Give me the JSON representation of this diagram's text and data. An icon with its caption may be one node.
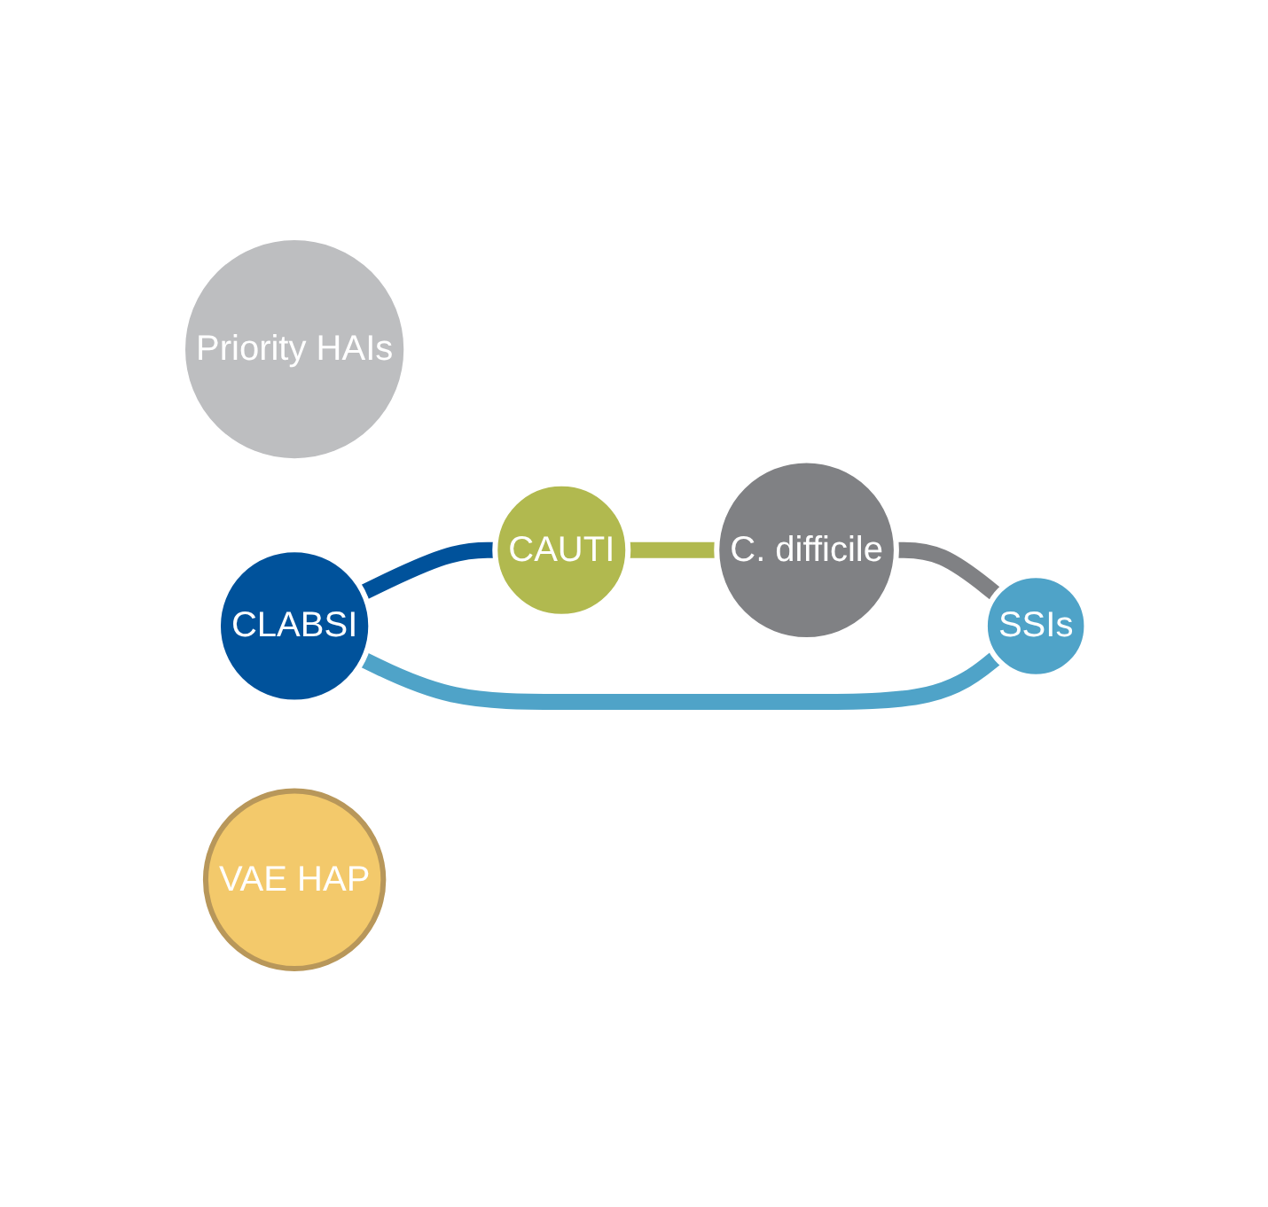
{
  "diagram": {
    "nodes": [
      {
        "text": [
          "Priority HAIs"
        ]
      },
      {
        "text": [
          "CLABSI"
        ]
      },
      {
        "text": [
          "CAUTI"
        ]
      },
      {
        "text": [
          "C. difficile"
        ]
      },
      {
        "text": [
          "SSIs"
        ]
      },
      {
        "text": [
          "VAE HAP"
        ]
      }
    ],
    "edges": [
      {
        "from": 1,
        "to": 2,
        "arrow": "none",
        "color": "#00529b"
      },
      {
        "from": 2,
        "to": 3,
        "arrow": "none",
        "color": "#b1b94f"
      },
      {
        "from": 3,
        "to": 4,
        "arrow": "none",
        "color": "#808184"
      },
      {
        "from": 4,
        "to": 1,
        "arrow": "none",
        "color": "#4fa3c8"
      }
    ]
  }
}
